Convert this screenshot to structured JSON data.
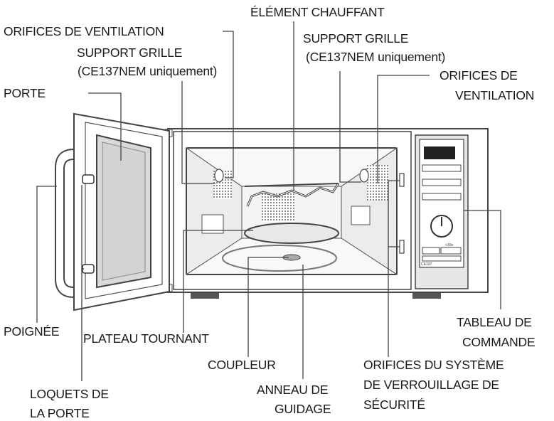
{
  "labels": {
    "vent_left": "ORIFICES DE VENTILATION",
    "heating_element": "ÉLÉMENT CHAUFFANT",
    "rack_left_1": "SUPPORT GRILLE",
    "rack_left_2": "(CE137NEM uniquement)",
    "rack_right_1": "SUPPORT GRILLE",
    "rack_right_2": "(CE137NEM uniquement)",
    "vent_right_1": "ORIFICES DE",
    "vent_right_2": "VENTILATION",
    "door": "PORTE",
    "handle": "POIGNÉE",
    "turntable": "PLATEAU TOURNANT",
    "control_panel_1": "TABLEAU DE",
    "control_panel_2": "COMMANDE",
    "coupler": "COUPLEUR",
    "door_latches_1": "LOQUETS DE",
    "door_latches_2": "LA PORTE",
    "roller_ring_1": "ANNEAU DE",
    "roller_ring_2": "GUIDAGE",
    "safety_lock_1": "ORIFICES DU SYSTÈME",
    "safety_lock_2": "DE VERROUILLAGE DE",
    "safety_lock_3": "SÉCURITÉ"
  },
  "panel": {
    "model_text": "CE137",
    "timer_text": "+30s"
  },
  "colors": {
    "line": "#444444",
    "body_fill": "#ffffff",
    "cavity_fill": "#f2f2f2",
    "window_fill": "#d9d9d9",
    "panel_fill": "#e6e6e6",
    "display_fill": "#222222",
    "mesh_fill": "#8a8a8a"
  }
}
